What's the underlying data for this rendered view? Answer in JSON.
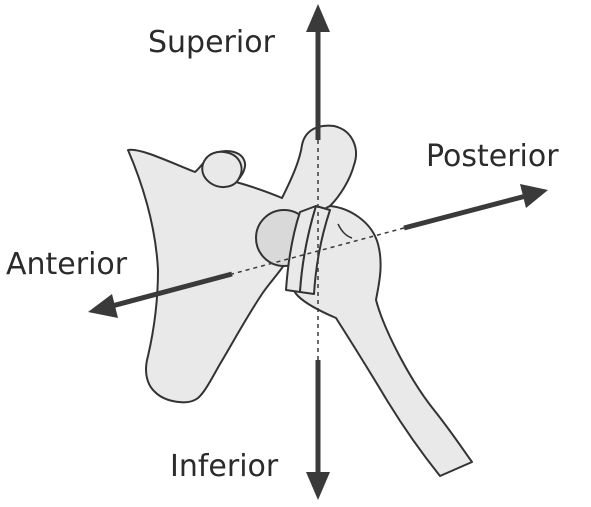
{
  "diagram": {
    "labels": {
      "superior": "Superior",
      "posterior": "Posterior",
      "anterior": "Anterior",
      "inferior": "Inferior"
    },
    "colors": {
      "bone_fill": "#e9e9e9",
      "outline": "#333333",
      "arrow": "#3a3a3a",
      "text": "#2b2b2b"
    },
    "elements": [
      "scapula",
      "humerus",
      "humeral-head",
      "joint-spacer",
      "superior-inferior-axis",
      "anterior-posterior-axis"
    ]
  }
}
